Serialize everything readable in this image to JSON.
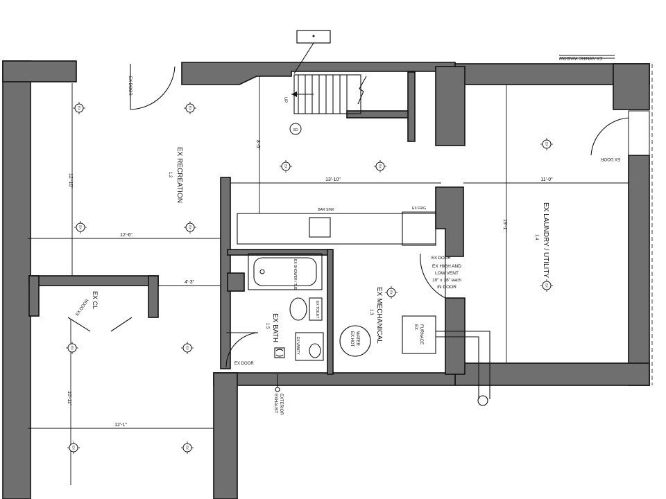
{
  "rooms": {
    "recreation": "EX RECREATION",
    "recreation_no": "1.2",
    "laundry": "EX LAUNDRY / UTILITY",
    "laundry_no": "1.4",
    "mechanical": "EX MECHANICAL",
    "mechanical_no": "1.3",
    "bath": "EX BATH",
    "bath_no": "1.5",
    "closet": "EX CL"
  },
  "dimensions": {
    "rec_height": "12'-10\"",
    "rec_width": "12'-6\"",
    "corridor_width": "13'-10\"",
    "laundry_width": "11'-0\"",
    "laundry_height": "19'-1\"",
    "stair_height": "8'-5\"",
    "bath_passage": "4'-3\"",
    "lower_height": "10'-11\"",
    "lower_width": "12'-1\""
  },
  "notes": {
    "ex_door": "EX DOOR",
    "window": "EX AWNING WINDOW",
    "vent": [
      "EX HIGH AND",
      "LOW VENT",
      "10\" x 18\" each",
      "IN DOOR"
    ],
    "furnace": [
      "EX",
      "FURNACE"
    ],
    "hot_water": [
      "EX HOT",
      "WATER"
    ],
    "exhaust": [
      "EXTERIOR",
      "EXHAUST"
    ],
    "shower": "EX SHOWER / TUB",
    "toilet": "EX TOILET",
    "vanity": "EX VANITY",
    "fridge": "EX FRIG",
    "bar_sink": "BAR SINK",
    "stair_up": "UP",
    "fixture_tag": "EX",
    "smoke_tag": "SD"
  },
  "colors": {
    "wall": "#6f6f6f",
    "line": "#111111",
    "paper": "#ffffff"
  }
}
